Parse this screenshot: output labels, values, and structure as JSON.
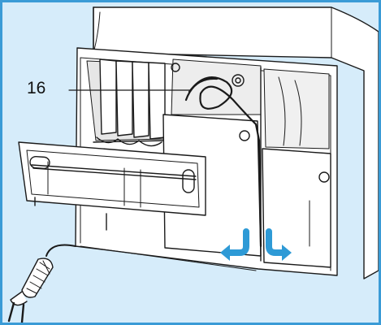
{
  "figure": {
    "callout": {
      "number": "16",
      "target": "power-cord-coil"
    },
    "colors": {
      "background": "#d6ecfa",
      "frame": "#3a9bd6",
      "arrow": "#2e9ad6",
      "line": "#1a1a1a",
      "panel": "#ffffff"
    },
    "arrows": [
      {
        "name": "arrow-left-curved",
        "direction": "left"
      },
      {
        "name": "arrow-right-curved",
        "direction": "right"
      }
    ]
  }
}
